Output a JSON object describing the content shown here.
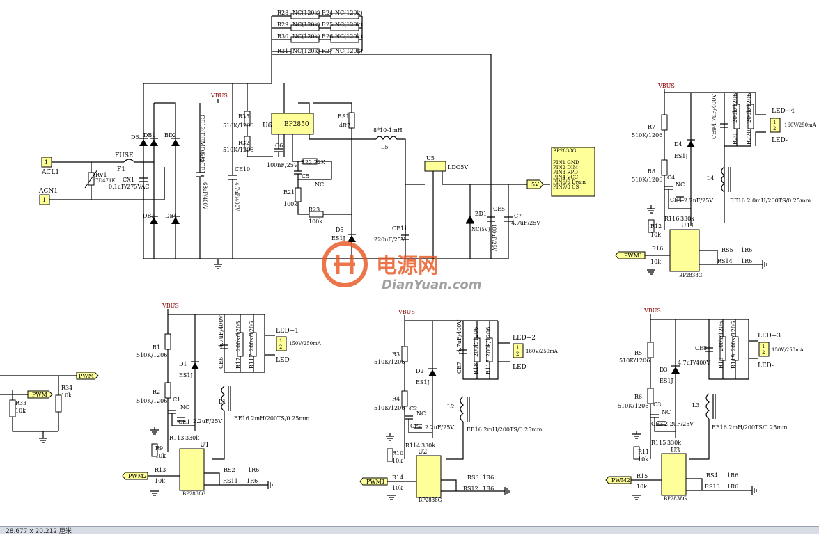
{
  "schematic": {
    "top_resistors": [
      {
        "ref": "R28",
        "value": "NC(120k)"
      },
      {
        "ref": "R24",
        "value": "NC(120k)"
      },
      {
        "ref": "R29",
        "value": "NC(120k)"
      },
      {
        "ref": "R25",
        "value": "NC(120k)"
      },
      {
        "ref": "R30",
        "value": "NC(120k)"
      },
      {
        "ref": "R26",
        "value": "NC(120k)"
      },
      {
        "ref": "R31",
        "value": "NC(120k)"
      },
      {
        "ref": "R27",
        "value": "NC(120k)"
      }
    ],
    "input": {
      "acl": "ACL1",
      "acn": "ACN1",
      "pin1": "1",
      "pin1b": "1",
      "fuse": "FUSE",
      "f1": "F1",
      "rv1": "RV1",
      "rv1_val": "7D471K",
      "cx1": "CX1",
      "cx1_val": "0.1uF/275VAC",
      "d6": "D6",
      "db1": "DB1",
      "bd2": "BD2",
      "db3": "DB3",
      "db4": "DB4",
      "ce12": "CE12(DEMO板插CE1)",
      "ce12_val": "68uF/400V",
      "vbus": "VBUS"
    },
    "supply": {
      "r35": "R35",
      "r35_val": "510K/1206",
      "r32": "R32",
      "r32_val": "510K/1206",
      "ce10": "CE10",
      "ce10_val": "4.7uF/400V",
      "u6": "U6",
      "bp2850": "BP2850",
      "c6": "C6",
      "c6_val": "100nF/25V",
      "r22": "R22 22K",
      "c5": "C5",
      "c5_nc": "NC",
      "r21": "R21",
      "r21_val": "100k",
      "r23": "R23",
      "r23_val": "100k",
      "rs1": "RS1",
      "rs1_val": "4R7",
      "l5_val": "8*10-1mH",
      "l5": "L5",
      "d5": "D5",
      "d5_val": "ES1J",
      "ce11": "CE11",
      "ce11_val": "220uF/25V",
      "u5": "U5",
      "ldo": "LDO5V",
      "zd1": "ZD1",
      "zd1_val": "NC(5V)",
      "ce5": "CE5",
      "ce5_val": "100uF/25V",
      "c7": "C7",
      "c7_val": "4.7uF/25V",
      "net5v": "5V"
    },
    "pin_note": {
      "title": "BP2838G",
      "lines": [
        "PIN1 GND",
        "PIN2 DIM",
        "PIN3 RPD",
        "PIN4 VCC",
        "PIN5/6 Drain",
        "PIN7/8 CS"
      ]
    },
    "ch4": {
      "vbus": "VBUS",
      "r7": "R7",
      "r7_val": "510K/1206",
      "d4": "D4",
      "d4_val": "ES1J",
      "ce9": "CE9",
      "ce9_val": "4.7uF/400V",
      "r20": "R20",
      "r20_val": "200k/1206",
      "r220": "R220",
      "r220_val": "200k/1206",
      "led": "LED+4",
      "led_rating": "160V/250mA",
      "led_neg": "LED-",
      "p1": "1",
      "p2": "2",
      "r8": "R8",
      "r8_val": "510K/1206",
      "c4": "C4",
      "c4_nc": "NC",
      "l4": "L4",
      "ce4": "CE4",
      "ce4_val": "2.2uF/25V",
      "r116": "R116",
      "r116_val": "330k",
      "l4_spec": "EE16  2.0mH/200TS/0.25mm",
      "r12": "R12",
      "r12_val": "10k",
      "u11": "U11",
      "r16": "R16",
      "r16_val": "10k",
      "pwm": "PWM1",
      "rs5": "RS5",
      "rs5_val": "1R6",
      "rs14": "RS14",
      "rs14_val": "1R6",
      "chip": "BP2838G"
    },
    "ch1": {
      "vbus": "VBUS",
      "r1": "R1",
      "r1_val": "510K/1206",
      "d1": "D1",
      "d1_val": "ES1J",
      "ce6": "CE6",
      "ce6_val": "4.7uF/400V",
      "r17": "R17",
      "r17_val": "200k/1206",
      "r117": "R117",
      "r117_val": "200k/1206",
      "led": "LED+1",
      "led_rating": "150V/250mA",
      "led_neg": "LED-",
      "p1": "1",
      "p2": "2",
      "r2": "R2",
      "r2_val": "510K/1206",
      "c1": "C1",
      "c1_nc": "NC",
      "l1": "L1",
      "ce1": "CE1",
      "ce1_val": "2.2uF/25V",
      "r113": "R113",
      "r113_val": "330k",
      "l1_spec": "EE16 2mH/200TS/0.25mm",
      "r9": "R9",
      "r9_val": "10k",
      "u1": "U1",
      "r13": "R13",
      "r13_val": "10k",
      "pwm": "PWM2",
      "rs2": "RS2",
      "rs2_val": "1R6",
      "rs11": "RS11",
      "rs11_val": "1R6",
      "chip": "BP2838G"
    },
    "ch2": {
      "vbus": "VBUS",
      "r3": "R3",
      "r3_val": "510K/1206",
      "d2": "D2",
      "d2_val": "ES1J",
      "ce7": "CE7",
      "ce7_val": "4.7uF/400V",
      "r18": "R18",
      "r18_val": "200k/1206",
      "r118": "R118",
      "r118_val": "200k/1206",
      "led": "LED+2",
      "led_rating": "160V/250mA",
      "led_neg": "LED-",
      "p1": "1",
      "p2": "2",
      "r4": "R4",
      "r4_val": "510K/1206",
      "c2": "C2",
      "c2_nc": "NC",
      "l2": "L2",
      "ce2": "CE2",
      "ce2_val": "2.2uF/25V",
      "r114": "R114",
      "r114_val": "330k",
      "l2_spec": "EE16 2mH/200TS/0.25mm",
      "r10": "R10",
      "r10_val": "10k",
      "u2": "U2",
      "r14": "R14",
      "r14_val": "10k",
      "pwm": "PWM1",
      "rs3": "RS3",
      "rs3_val": "1R6",
      "rs12": "RS12",
      "rs12_val": "1R6",
      "chip": "BP2838G"
    },
    "ch3": {
      "vbus": "VBUS",
      "r5": "R5",
      "r5_val": "510K/1206",
      "d3": "D3",
      "d3_val": "ES1J",
      "ce8": "CE8",
      "ce8_val": "4.7uF/400V",
      "r19": "R19",
      "r19_val": "200k/1206",
      "r119": "R119",
      "r119_val": "200k/1206",
      "led": "LED+3",
      "led_rating": "150V/250mA",
      "led_neg": "LED-",
      "p1": "1",
      "p2": "2",
      "r6": "R6",
      "r6_val": "510K/1206",
      "c3": "C3",
      "c3_nc": "NC",
      "l3": "L3",
      "ce3": "CE3",
      "ce3_val": "2.2uF/25V",
      "r115": "R115",
      "r115_val": "330k",
      "l3_spec": "EE16 2mH/200TS/0.25mm",
      "r11": "R11",
      "r11_val": "10k",
      "u3": "U3",
      "r15": "R15",
      "r15_val": "10k",
      "pwm": "PWM2",
      "rs4": "RS4",
      "rs4_val": "1R6",
      "rs13": "RS13",
      "rs13_val": "1R6",
      "chip": "BP2838G"
    },
    "pwm_block": {
      "pwm": "PWM",
      "pwm_tag": "PWM",
      "r34": "R34",
      "r34_val": "10k",
      "r33": "R33",
      "r33_val": "10k"
    }
  },
  "watermark": {
    "brand": "电源网",
    "url": "DianYuan.com"
  },
  "statusbar": {
    "coords": "28.677 x 20.212 厘米"
  },
  "colors": {
    "wire": "#000000",
    "ic_fill": "#ffff99",
    "watermark": "#e8541e",
    "watermark_grey": "#8a8a8a",
    "vbus": "#8b0000"
  }
}
